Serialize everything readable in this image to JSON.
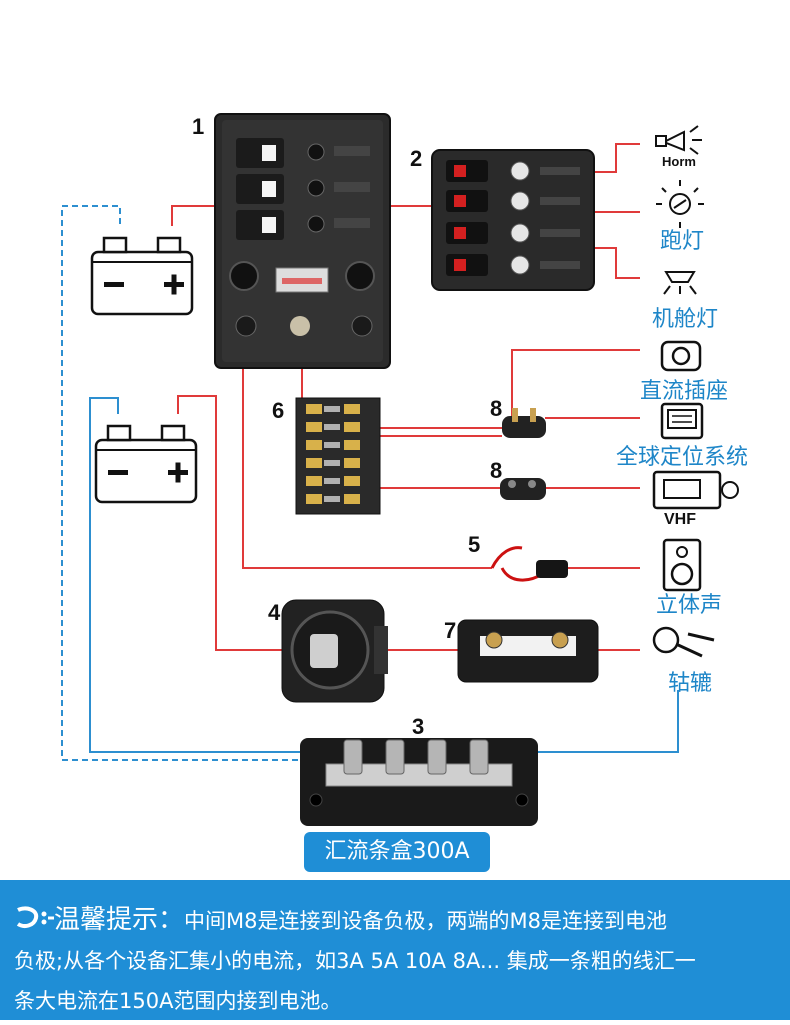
{
  "components": {
    "n1": "1",
    "n2": "2",
    "n3": "3",
    "n4": "4",
    "n5": "5",
    "n6": "6",
    "n7": "7",
    "n8a": "8",
    "n8b": "8"
  },
  "devices": {
    "horn": "Horm",
    "running_light": "跑灯",
    "cabin_light": "机舱灯",
    "dc_socket": "直流插座",
    "gps": "全球定位系统",
    "vhf": "VHF",
    "stereo": "立体声",
    "winch": "轱辘"
  },
  "busbar_caption": "汇流条盒300A",
  "tip": {
    "title": "温馨提示：",
    "line1": "中间M8是连接到设备负极，两端的M8是连接到电池",
    "line2": "负极;从各个设备汇集小的电流，如3A 5A 10A 8A... 集成一条粗的线汇一",
    "line3": "条大电流在150A范围内接到电池。"
  },
  "colors": {
    "positive_wire": "#e03a3a",
    "negative_wire": "#2d8fd0",
    "accent": "#1f8ed6"
  }
}
